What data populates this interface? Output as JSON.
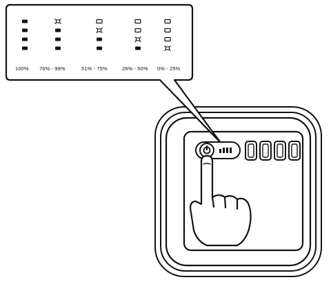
{
  "legend": {
    "columns": [
      {
        "label": "100%",
        "leds": [
          "solid",
          "solid",
          "solid",
          "solid"
        ]
      },
      {
        "label": "76% - 99%",
        "leds": [
          "blink",
          "solid",
          "solid",
          "solid"
        ]
      },
      {
        "label": "51% - 75%",
        "leds": [
          "off",
          "blink",
          "solid",
          "solid"
        ]
      },
      {
        "label": "26% - 50%",
        "leds": [
          "off",
          "off",
          "blink",
          "solid"
        ]
      },
      {
        "label": "0% - 25%",
        "leds": [
          "off",
          "off",
          "off",
          "blink"
        ]
      }
    ]
  },
  "device": {
    "power_icon": "power-button-icon",
    "indicator_leds": 4,
    "port_count": 4
  },
  "colors": {
    "ink": "#111111",
    "paper": "#ffffff"
  }
}
